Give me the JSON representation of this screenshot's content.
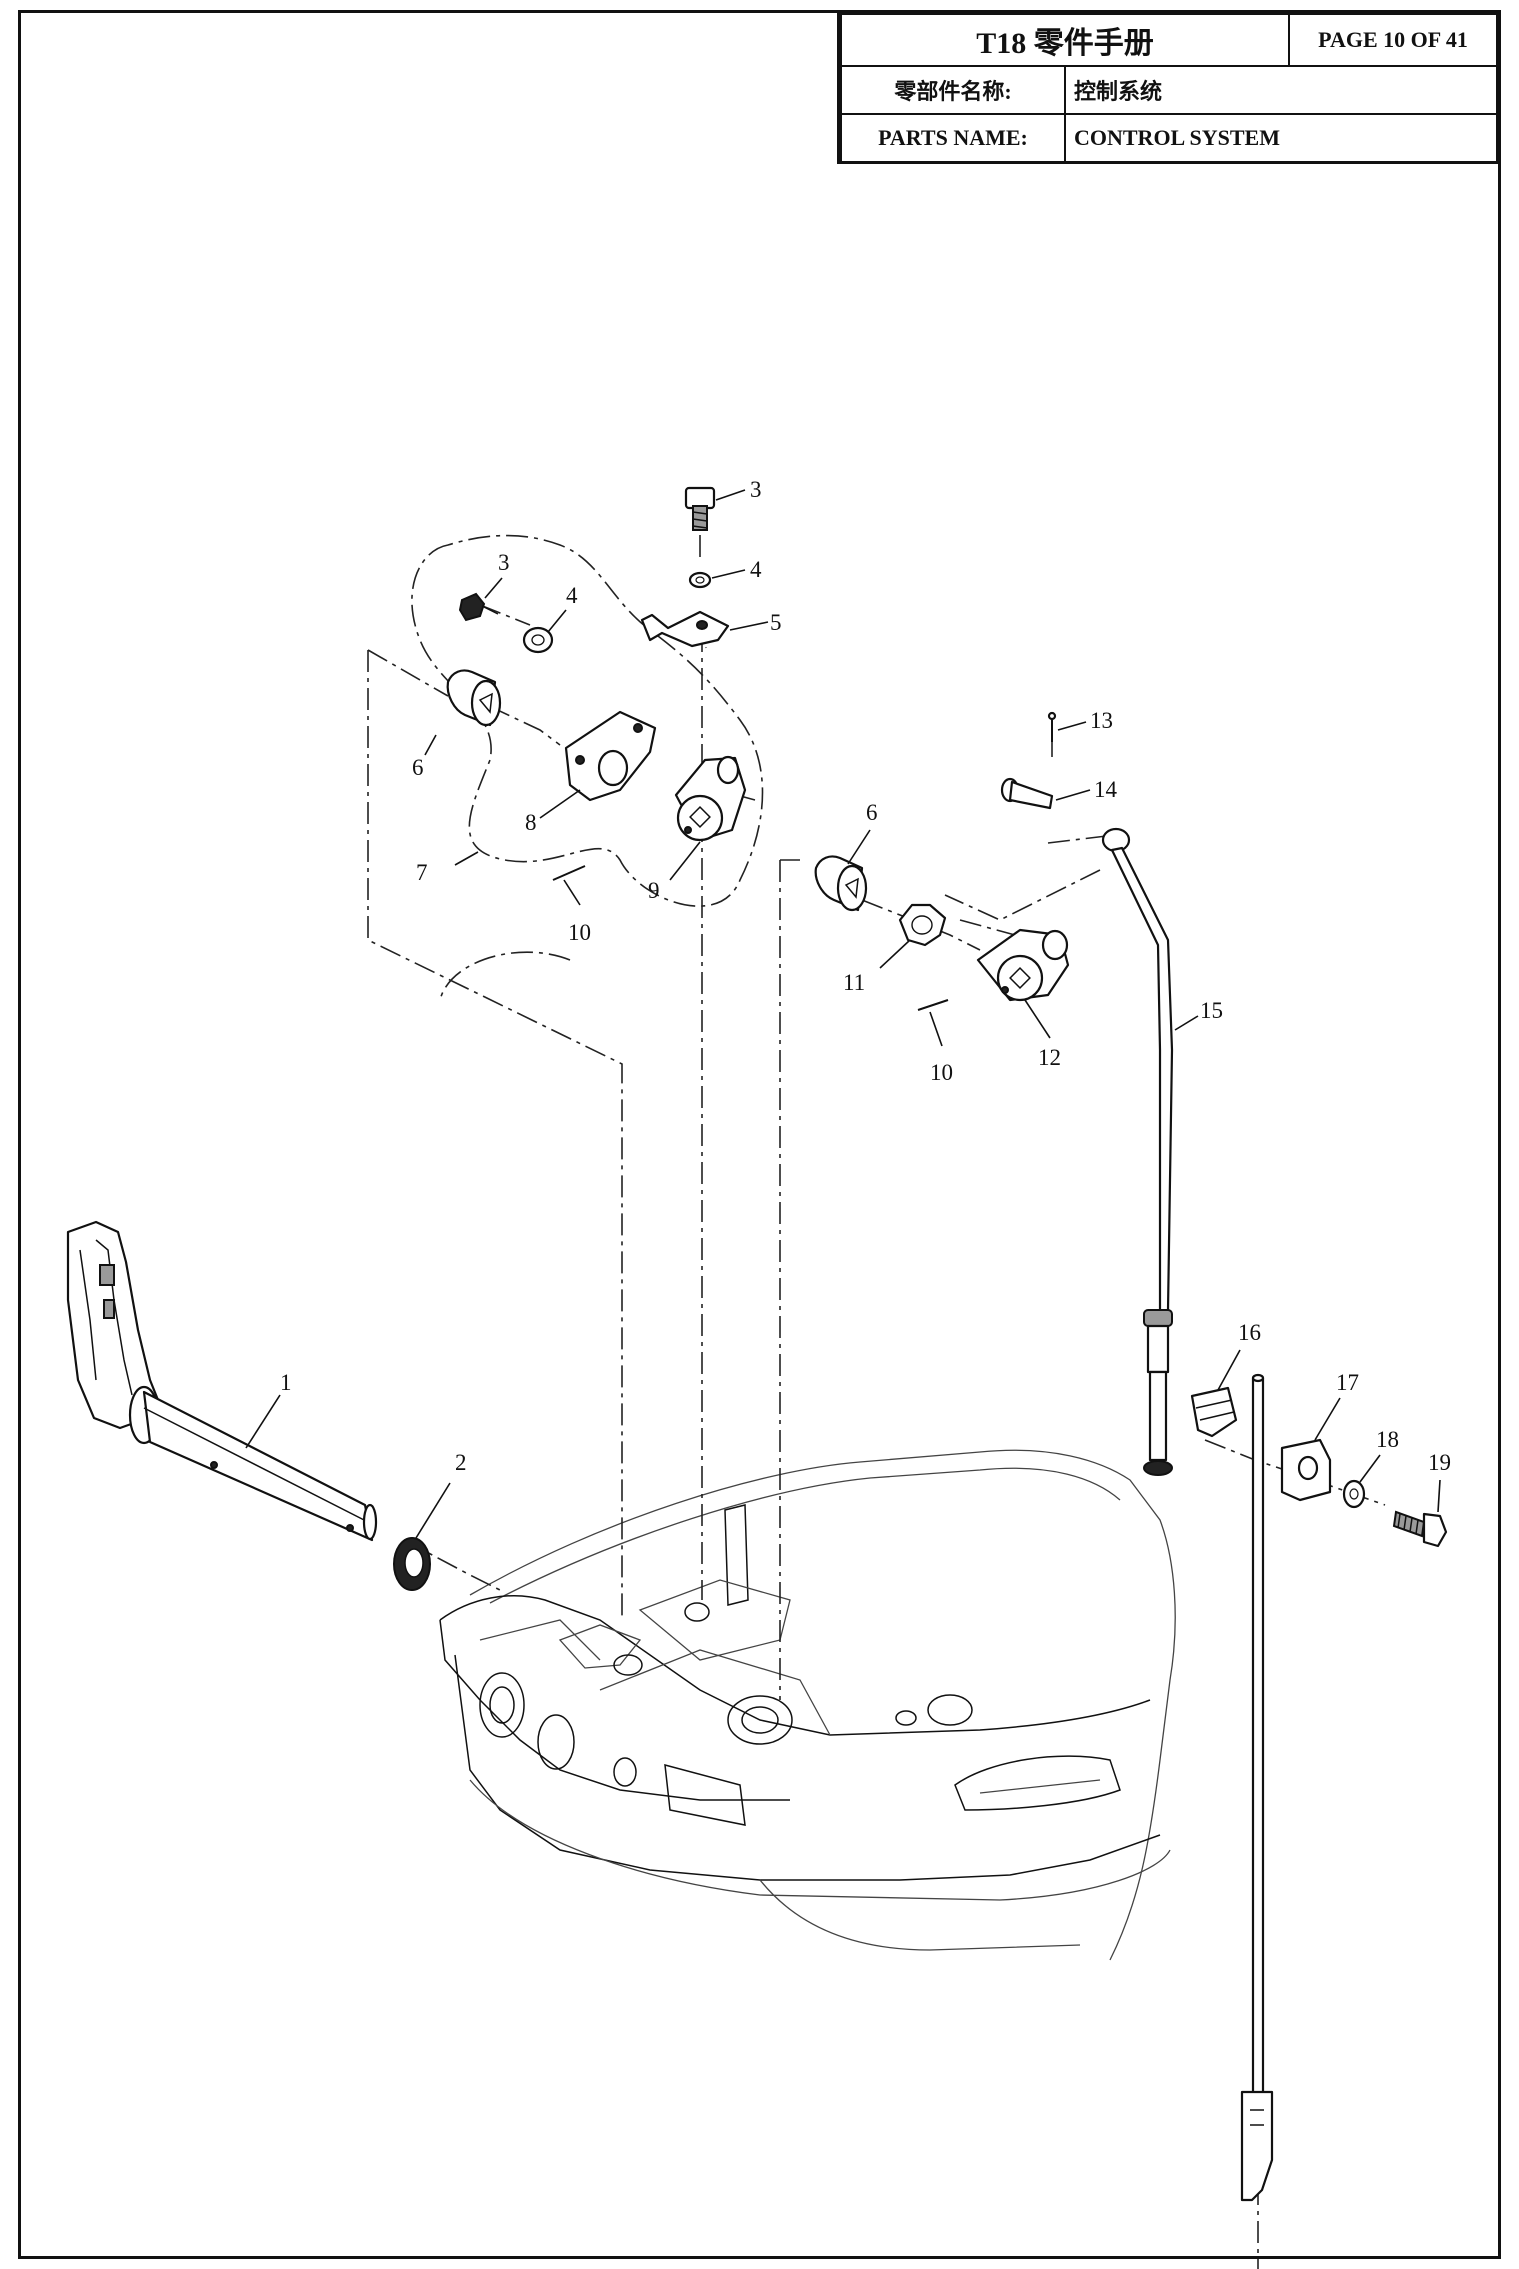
{
  "header": {
    "title": "T18 零件手册",
    "page_label": "PAGE 10 OF 41",
    "name_cn_label": "零部件名称:",
    "name_cn_value": "控制系统",
    "name_en_label": "PARTS NAME:",
    "name_en_value": "CONTROL SYSTEM"
  },
  "callouts": {
    "c1": "1",
    "c2": "2",
    "c3a": "3",
    "c3b": "3",
    "c4a": "4",
    "c4b": "4",
    "c5": "5",
    "c6a": "6",
    "c6b": "6",
    "c7": "7",
    "c8": "8",
    "c9": "9",
    "c10a": "10",
    "c10b": "10",
    "c11": "11",
    "c12": "12",
    "c13": "13",
    "c14": "14",
    "c15": "15",
    "c16": "16",
    "c17": "17",
    "c18": "18",
    "c19": "19"
  }
}
